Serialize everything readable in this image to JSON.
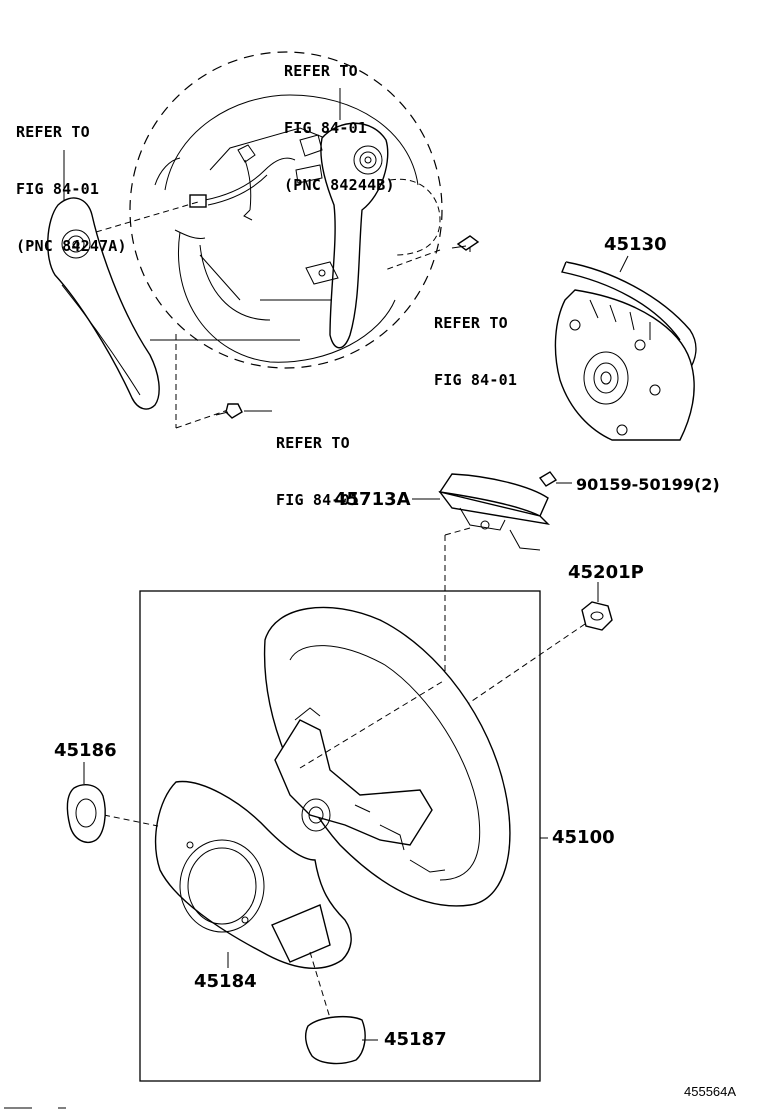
{
  "callouts": {
    "refer_top": [
      "REFER TO",
      "FIG 84-01",
      "(PNC 84244B)"
    ],
    "refer_left": [
      "REFER TO",
      "FIG 84-01",
      "(PNC 84247A)"
    ],
    "refer_right": [
      "REFER TO",
      "FIG 84-01"
    ],
    "refer_bottom": [
      "REFER TO",
      "FIG 84-01"
    ]
  },
  "parts": {
    "p45130": "45130",
    "p45713A": "45713A",
    "p90159": "90159-50199(2)",
    "p45201P": "45201P",
    "p45186": "45186",
    "p45100": "45100",
    "p45184": "45184",
    "p45187": "45187"
  },
  "figure_id": "455564A"
}
